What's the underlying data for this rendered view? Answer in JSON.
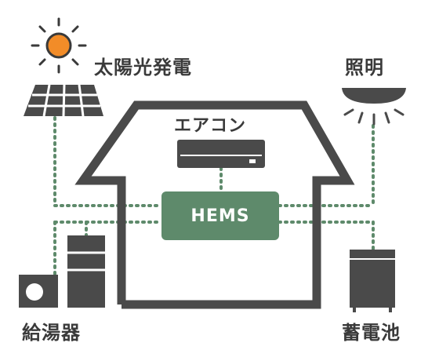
{
  "labels": {
    "solar": "太陽光発電",
    "lighting": "照明",
    "aircon": "エアコン",
    "hems": "HEMS",
    "water_heater": "給湯器",
    "battery": "蓄電池"
  },
  "colors": {
    "stroke": "#4a4a4a",
    "hems_box": "#5e8a6b",
    "connector": "#5e8a6b",
    "sun": "#f28c28"
  },
  "icons": [
    "sun-icon",
    "solar-panel-icon",
    "ceiling-light-icon",
    "air-conditioner-icon",
    "water-heater-icon",
    "battery-icon",
    "house-outline"
  ]
}
